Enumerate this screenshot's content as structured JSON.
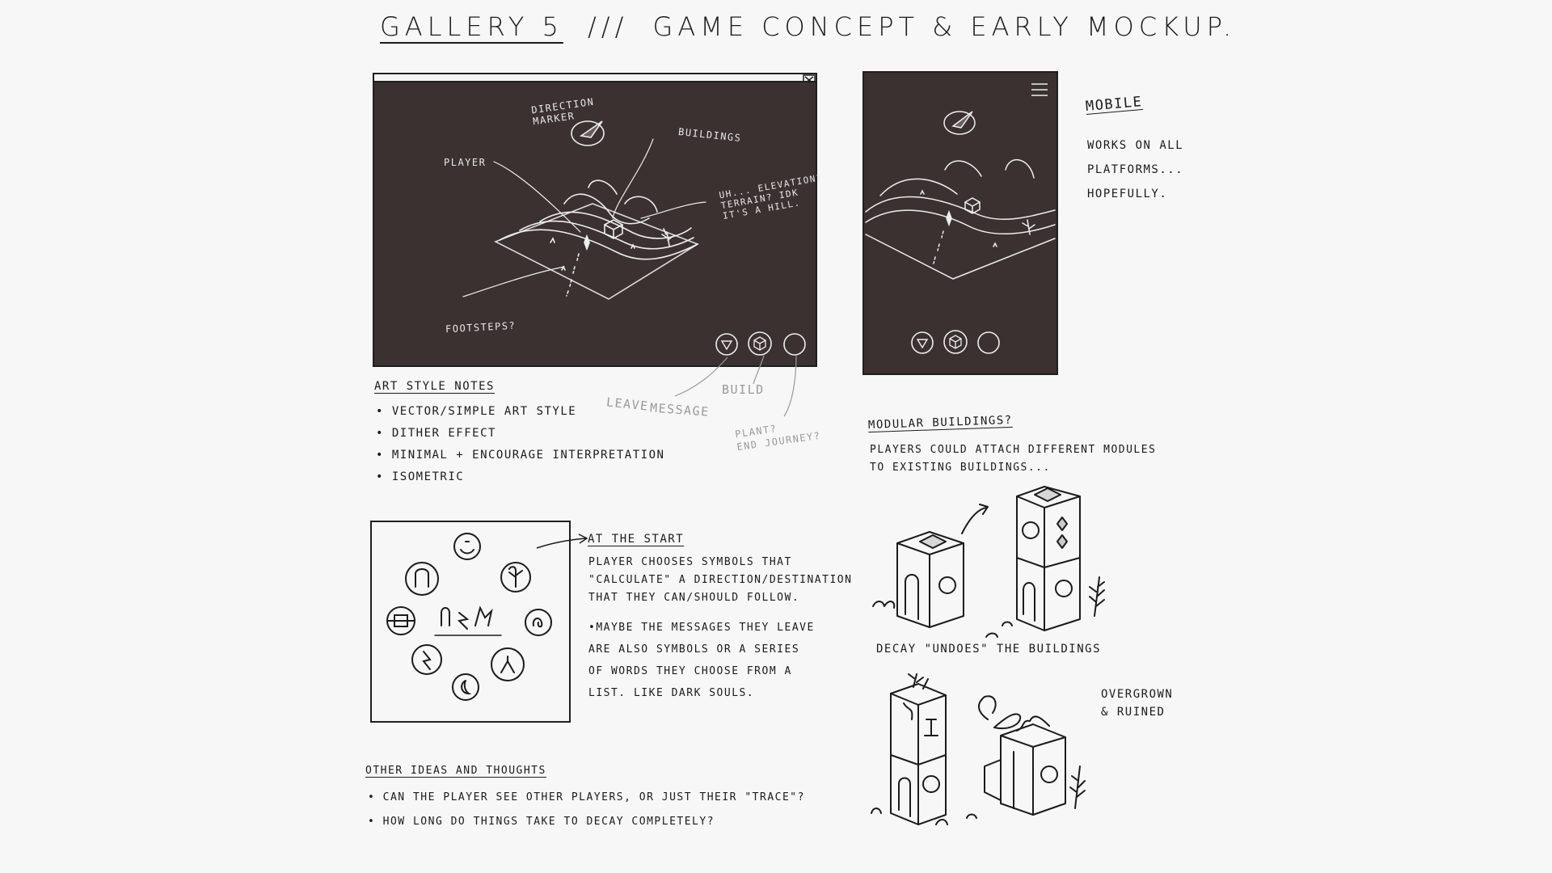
{
  "title": {
    "gallery": "GALLERY 5",
    "separator": "///",
    "subtitle": "GAME CONCEPT & EARLY MOCKUP."
  },
  "desktop_mockup": {
    "annotations": {
      "direction_marker": "DIRECTION\nMARKER",
      "buildings": "BUILDINGS",
      "player": "PLAYER",
      "elevation": "UH... ELEVATION?\nTERRAIN? IDK\nIT'S A HILL.",
      "footsteps": "FOOTSTEPS?"
    },
    "buttons": [
      {
        "name": "leave-message",
        "icon": "triangle-down-icon"
      },
      {
        "name": "build",
        "icon": "cube-icon"
      },
      {
        "name": "plant-end-journey",
        "icon": "circle-icon"
      }
    ],
    "button_labels": {
      "leave": "LEAVE",
      "message": "MESSAGE",
      "build": "BUILD",
      "plant": "PLANT?\nEND JOURNEY?"
    }
  },
  "mobile": {
    "heading": "MOBILE",
    "notes": [
      "WORKS ON ALL",
      "PLATFORMS...",
      "HOPEFULLY."
    ]
  },
  "art_style": {
    "heading": "ART STYLE NOTES",
    "items": [
      "VECTOR/SIMPLE ART STYLE",
      "DITHER EFFECT",
      "MINIMAL + ENCOURAGE INTERPRETATION",
      "ISOMETRIC"
    ]
  },
  "at_the_start": {
    "heading": "AT THE START",
    "paragraph1": [
      "PLAYER CHOOSES SYMBOLS THAT",
      "\"CALCULATE\" A DIRECTION/DESTINATION",
      "THAT THEY CAN/SHOULD FOLLOW."
    ],
    "paragraph2": [
      "MAYBE THE MESSAGES THEY LEAVE",
      "ARE ALSO SYMBOLS OR A SERIES",
      "OF WORDS THEY CHOOSE FROM A",
      "LIST. LIKE DARK SOULS."
    ]
  },
  "modular": {
    "heading": "MODULAR BUILDINGS?",
    "desc": [
      "PLAYERS COULD ATTACH DIFFERENT MODULES",
      "TO EXISTING BUILDINGS..."
    ],
    "decay": "DECAY \"UNDOES\" THE BUILDINGS",
    "overgrown": "OVERGROWN\n& RUINED"
  },
  "other_ideas": {
    "heading": "OTHER IDEAS AND THOUGHTS",
    "items": [
      "CAN THE PLAYER SEE OTHER PLAYERS, OR JUST THEIR \"TRACE\"?",
      "HOW LONG DO THINGS TAKE TO DECAY COMPLETELY?"
    ]
  },
  "colors": {
    "paper": "#f7f7f7",
    "screen": "#3b3130",
    "ink": "#1b1b1b",
    "grey_ink": "#9a9a9a"
  }
}
